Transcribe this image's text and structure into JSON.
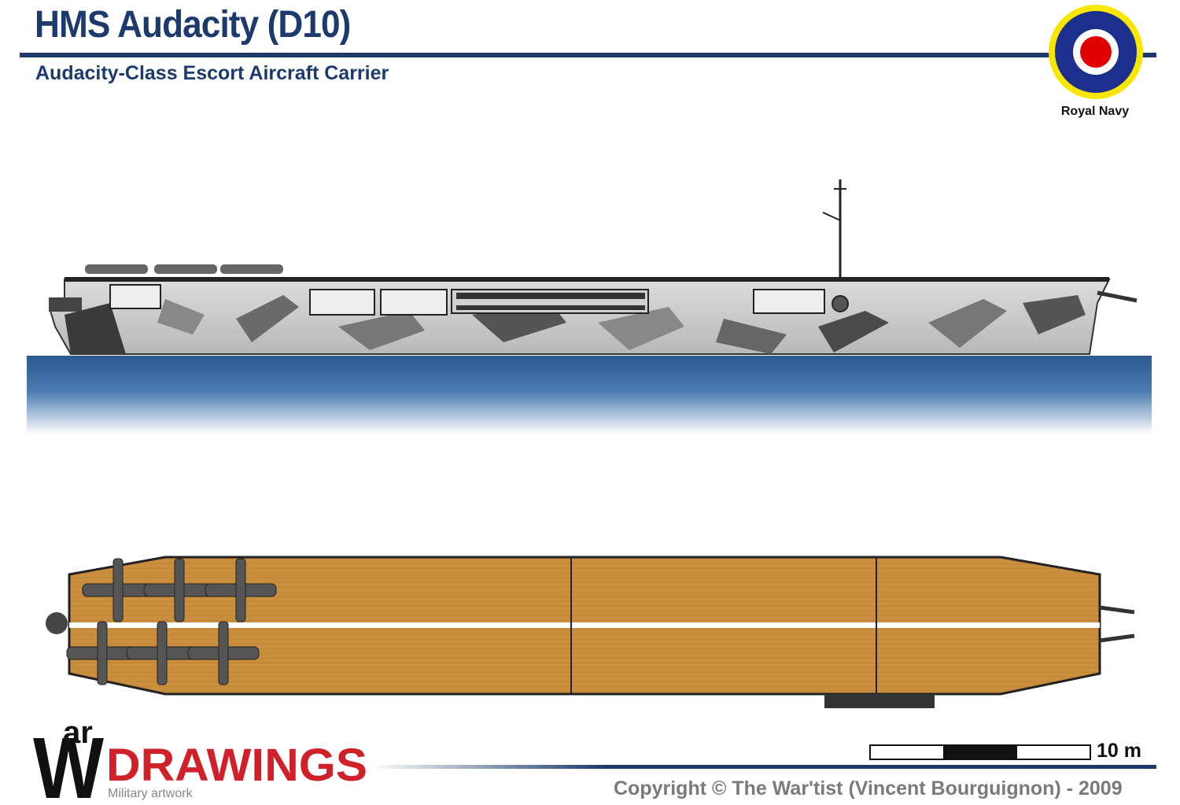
{
  "header": {
    "title": "HMS Audacity (D10)",
    "subtitle": "Audacity-Class Escort Aircraft Carrier"
  },
  "insignia": {
    "label": "Royal Navy",
    "icon": "raf-roundel-icon",
    "colors": {
      "outer": "#f7e600",
      "ring": "#1c2f8c",
      "mid": "#ffffff",
      "center": "#e00000"
    }
  },
  "drawings": {
    "side_view_icon": "ship-side-profile",
    "top_view_icon": "ship-deck-plan",
    "deck_color": "#c98f3e",
    "sea_color": "#2f5f95",
    "hull_color": "#c8c8c8"
  },
  "scale": {
    "label": "10 m"
  },
  "footer": {
    "logo_top": "ar",
    "logo_letter": "W",
    "logo_main": "DRAWINGS",
    "logo_sub": "Military artwork",
    "copyright": "Copyright © The War'tist (Vincent Bourguignon) - 2009"
  },
  "colors": {
    "accent": "#1c3a6e",
    "logo_red": "#d0202a"
  }
}
